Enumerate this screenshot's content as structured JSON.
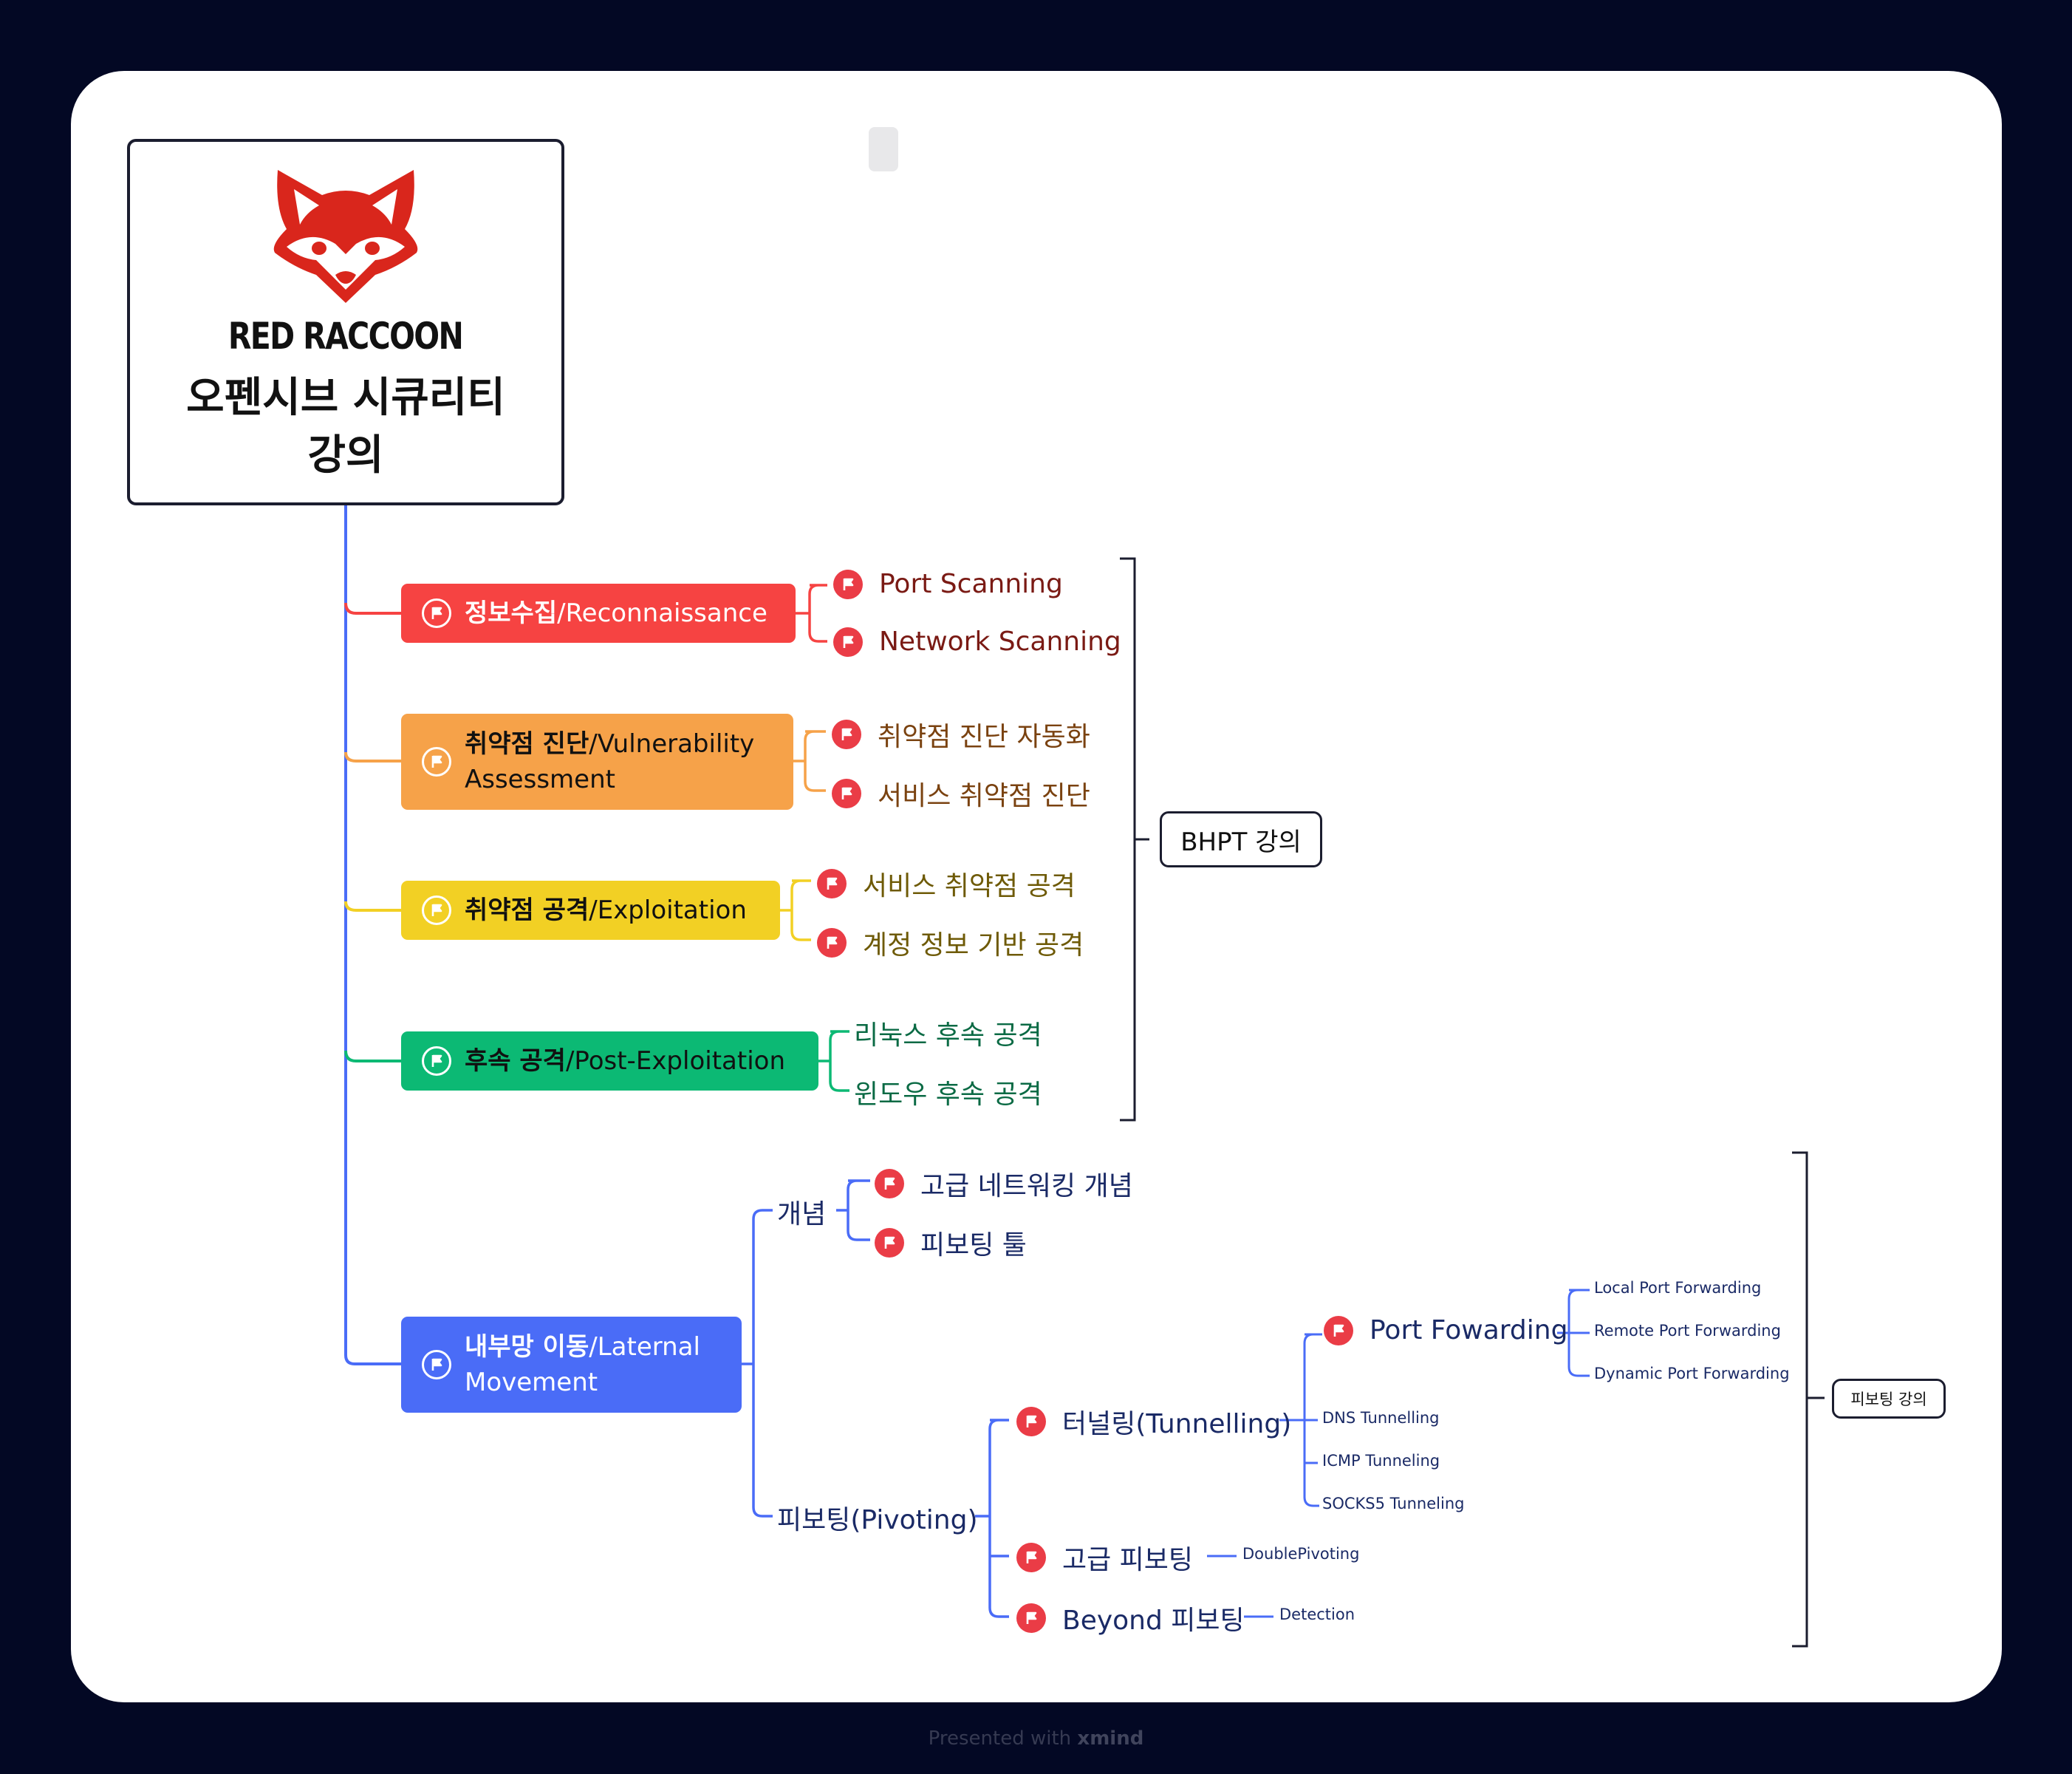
{
  "root": {
    "brand": "RED RACCOON",
    "title_line1": "오펜시브 시큐리티",
    "title_line2": "강의",
    "logo_icon": "raccoon-logo"
  },
  "colors": {
    "red": "#f64342",
    "orange": "#f6a249",
    "yellow": "#f2d024",
    "green": "#0cb974",
    "blue": "#4a6cf7",
    "trunk": "#4a6cf7"
  },
  "branches": [
    {
      "bold": "정보수집",
      "rest": "/Reconnaissance",
      "children": [
        "Port Scanning",
        "Network Scanning"
      ]
    },
    {
      "bold": "취약점 진단",
      "rest": "/Vulnerability",
      "line2": "Assessment",
      "children": [
        "취약점 진단 자동화",
        "서비스 취약점 진단"
      ]
    },
    {
      "bold": "취약점 공격",
      "rest": "/Exploitation",
      "children": [
        "서비스 취약점 공격",
        "계정 정보 기반 공격"
      ]
    },
    {
      "bold": "후속 공격",
      "rest": "/Post-Exploitation",
      "children": [
        "리눅스 후속 공격",
        "윈도우 후속 공격"
      ]
    },
    {
      "bold": "내부망 이동",
      "rest": "/Laternal",
      "line2": "Movement"
    }
  ],
  "lateral": {
    "concept": {
      "label": "개념",
      "children": [
        "고급 네트워킹 개념",
        "피보팅 툴"
      ]
    },
    "pivoting": {
      "label": "피보팅(Pivoting)",
      "tunnelling": {
        "label": "터널링(Tunnelling)",
        "port_forwarding": {
          "label": "Port Fowarding",
          "children": [
            "Local Port Forwarding",
            "Remote Port Forwarding",
            "Dynamic Port Forwarding"
          ]
        },
        "others": [
          "DNS Tunnelling",
          "ICMP Tunneling",
          "SOCKS5 Tunneling"
        ]
      },
      "advanced": {
        "label": "고급 피보팅",
        "child": "DoublePivoting"
      },
      "beyond": {
        "label": "Beyond 피보팅",
        "child": "Detection"
      }
    }
  },
  "summaries": {
    "bhpt": "BHPT 강의",
    "pivot": "피보팅 강의"
  },
  "watermark": {
    "prefix": "Presented with ",
    "brand": "xmind"
  }
}
